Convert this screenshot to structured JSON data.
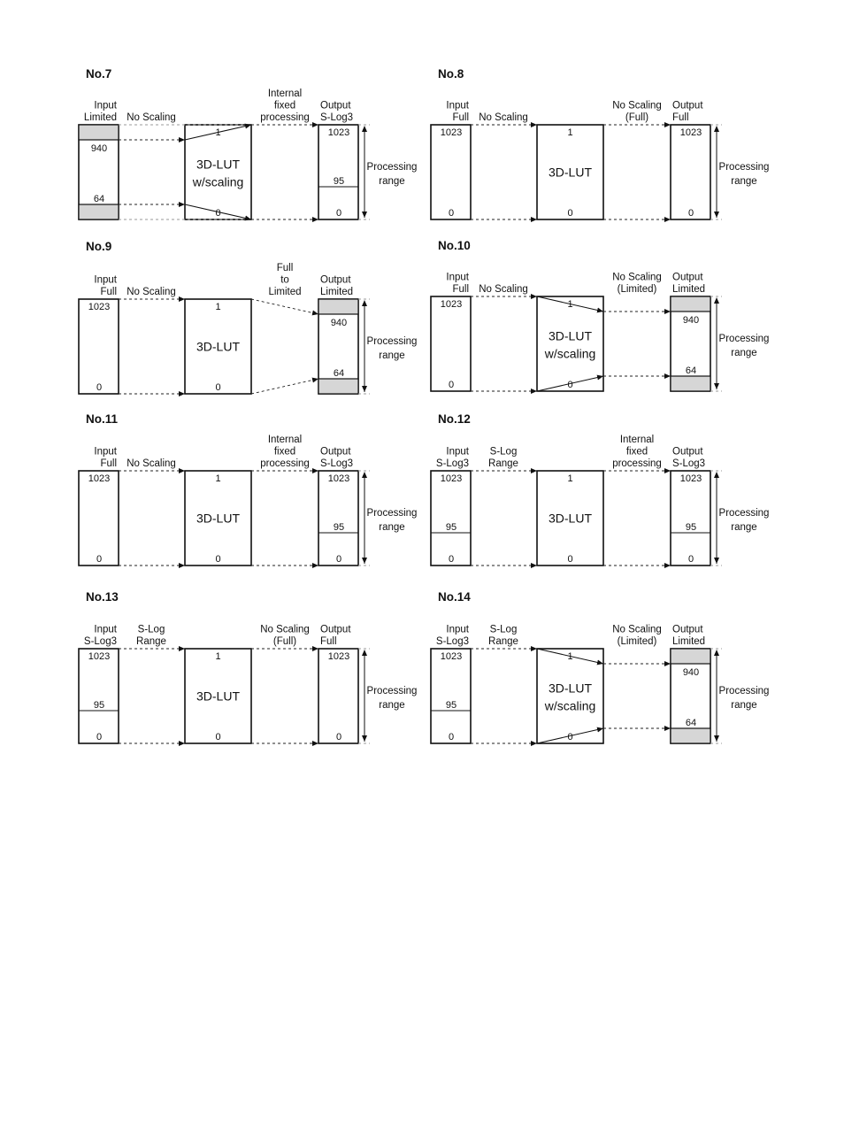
{
  "diagrams": [
    {
      "title": "No.7",
      "input_label": [
        "Input",
        "Limited"
      ],
      "input_mode": "limited",
      "input_values": [
        "940",
        "64"
      ],
      "mid1_label": [
        "No Scaling"
      ],
      "lut_label": [
        "3D-LUT",
        "w/scaling"
      ],
      "lut_values": [
        "1",
        "0"
      ],
      "scaling": true,
      "mid2_label": [
        "Internal",
        "fixed",
        "processing"
      ],
      "output_label": [
        "Output",
        "S-Log3"
      ],
      "output_mode": "slog3",
      "output_values": [
        "1023",
        "95",
        "0"
      ],
      "range_label": [
        "Processing",
        "range"
      ]
    },
    {
      "title": "No.8",
      "input_label": [
        "Input",
        "Full"
      ],
      "input_mode": "full",
      "input_values": [
        "1023",
        "0"
      ],
      "mid1_label": [
        "No Scaling"
      ],
      "lut_label": [
        "3D-LUT"
      ],
      "lut_values": [
        "1",
        "0"
      ],
      "scaling": false,
      "mid2_label": [
        "No Scaling",
        "(Full)"
      ],
      "output_label": [
        "Output",
        "Full"
      ],
      "output_mode": "full",
      "output_values": [
        "1023",
        "0"
      ],
      "range_label": [
        "Processing",
        "range"
      ]
    },
    {
      "title": "No.9",
      "input_label": [
        "Input",
        "Full"
      ],
      "input_mode": "full",
      "input_values": [
        "1023",
        "0"
      ],
      "mid1_label": [
        "No Scaling"
      ],
      "lut_label": [
        "3D-LUT"
      ],
      "lut_values": [
        "1",
        "0"
      ],
      "scaling": false,
      "mid2_label": [
        "Full",
        "to",
        "Limited"
      ],
      "output_label": [
        "Output",
        "Limited"
      ],
      "output_mode": "limited",
      "output_values": [
        "940",
        "64"
      ],
      "range_label": [
        "Processing",
        "range"
      ]
    },
    {
      "title": "No.10",
      "input_label": [
        "Input",
        "Full"
      ],
      "input_mode": "full",
      "input_values": [
        "1023",
        "0"
      ],
      "mid1_label": [
        "No Scaling"
      ],
      "lut_label": [
        "3D-LUT",
        "w/scaling"
      ],
      "lut_values": [
        "1",
        "0"
      ],
      "scaling": true,
      "mid2_label": [
        "No Scaling",
        "(Limited)"
      ],
      "output_label": [
        "Output",
        "Limited"
      ],
      "output_mode": "limited",
      "output_values": [
        "940",
        "64"
      ],
      "range_label": [
        "Processing",
        "range"
      ]
    },
    {
      "title": "No.11",
      "input_label": [
        "Input",
        "Full"
      ],
      "input_mode": "full",
      "input_values": [
        "1023",
        "0"
      ],
      "mid1_label": [
        "No Scaling"
      ],
      "lut_label": [
        "3D-LUT"
      ],
      "lut_values": [
        "1",
        "0"
      ],
      "scaling": false,
      "mid2_label": [
        "Internal",
        "fixed",
        "processing"
      ],
      "output_label": [
        "Output",
        "S-Log3"
      ],
      "output_mode": "slog3",
      "output_values": [
        "1023",
        "95",
        "0"
      ],
      "range_label": [
        "Processing",
        "range"
      ]
    },
    {
      "title": "No.12",
      "input_label": [
        "Input",
        "S-Log3"
      ],
      "input_mode": "slog3",
      "input_values": [
        "1023",
        "95",
        "0"
      ],
      "mid1_label": [
        "S-Log",
        "Range"
      ],
      "lut_label": [
        "3D-LUT"
      ],
      "lut_values": [
        "1",
        "0"
      ],
      "scaling": false,
      "mid2_label": [
        "Internal",
        "fixed",
        "processing"
      ],
      "output_label": [
        "Output",
        "S-Log3"
      ],
      "output_mode": "slog3",
      "output_values": [
        "1023",
        "95",
        "0"
      ],
      "range_label": [
        "Processing",
        "range"
      ]
    },
    {
      "title": "No.13",
      "input_label": [
        "Input",
        "S-Log3"
      ],
      "input_mode": "slog3",
      "input_values": [
        "1023",
        "95",
        "0"
      ],
      "mid1_label": [
        "S-Log",
        "Range"
      ],
      "lut_label": [
        "3D-LUT"
      ],
      "lut_values": [
        "1",
        "0"
      ],
      "scaling": false,
      "mid2_label": [
        "No Scaling",
        "(Full)"
      ],
      "output_label": [
        "Output",
        "Full"
      ],
      "output_mode": "full",
      "output_values": [
        "1023",
        "0"
      ],
      "range_label": [
        "Processing",
        "range"
      ]
    },
    {
      "title": "No.14",
      "input_label": [
        "Input",
        "S-Log3"
      ],
      "input_mode": "slog3",
      "input_values": [
        "1023",
        "95",
        "0"
      ],
      "mid1_label": [
        "S-Log",
        "Range"
      ],
      "lut_label": [
        "3D-LUT",
        "w/scaling"
      ],
      "lut_values": [
        "1",
        "0"
      ],
      "scaling": true,
      "mid2_label": [
        "No Scaling",
        "(Limited)"
      ],
      "output_label": [
        "Output",
        "Limited"
      ],
      "output_mode": "limited",
      "output_values": [
        "940",
        "64"
      ],
      "range_label": [
        "Processing",
        "range"
      ]
    }
  ]
}
